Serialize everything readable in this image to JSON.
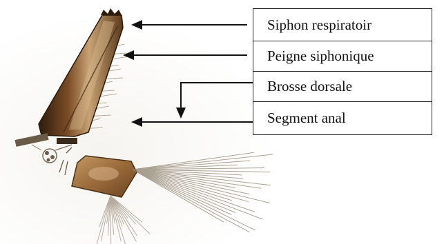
{
  "labels": [
    "Siphon respiratoir",
    "Peigne siphonique",
    "Brosse dorsale",
    "Segment anal"
  ],
  "colors": {
    "chitin_dark": "#3a2412",
    "chitin_mid": "#8a5a32",
    "chitin_light": "#c9a57a",
    "hair": "#9a8a78",
    "arrow": "#111111",
    "frame": "#222222"
  }
}
